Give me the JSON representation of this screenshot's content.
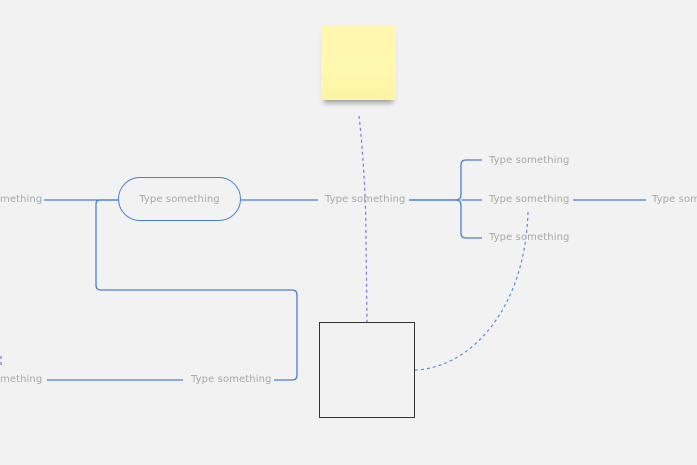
{
  "colors": {
    "background": "#f2f2f2",
    "mindmap_line": "#4a7fd6",
    "dashed_connector_purple": "#8a6ee6",
    "dashed_connector_blue": "#5b8de0",
    "sticky_note": "#fff6b0",
    "shape_border": "#333333",
    "label_text": "#a8a8a8"
  },
  "mindmap": {
    "left_cut_top_label": "mething",
    "root_label": "Type something",
    "middle_label": "Type something",
    "branch_top_label": "Type something",
    "branch_mid_label": "Type something",
    "branch_bottom_label": "Type something",
    "right_cut_label": "Type som",
    "bottom_right_label": "Type something",
    "left_cut_bottom_label": "mething"
  }
}
